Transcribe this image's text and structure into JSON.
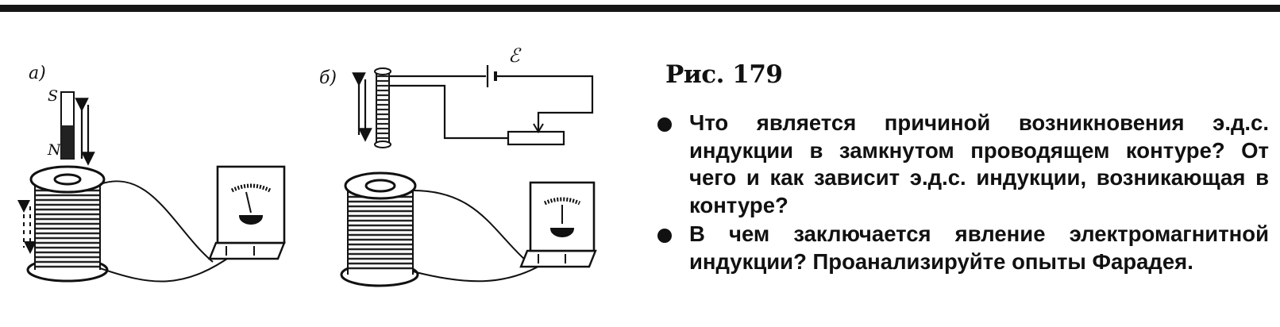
{
  "figure": {
    "label_a": "а)",
    "label_b": "б)",
    "pole_south": "S",
    "pole_north": "N",
    "emf_symbol": "ℰ"
  },
  "caption": "Рис. 179",
  "questions": [
    "Что является причиной возникновения э.д.с. индукции в замкнутом проводящем контуре? От чего и как зависит э.д.с. индукции, возникающая в контуре?",
    "В чем заключается явление электромагнитной индукции? Проанализируйте опыты Фарадея."
  ]
}
